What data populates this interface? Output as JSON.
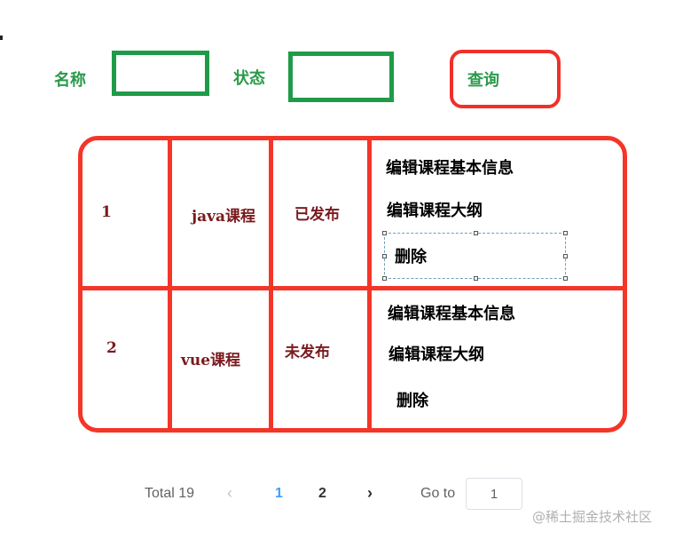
{
  "filters": {
    "name_label": "名称",
    "name_value": "",
    "status_label": "状态",
    "status_value": "",
    "search_button": "查询"
  },
  "colors": {
    "green_accent": "#1f9b48",
    "red_border": "#f43528",
    "cell_text": "#7a1a1e",
    "page_active": "#409eff"
  },
  "table": {
    "rows": [
      {
        "index": "1",
        "name": "java课程",
        "status": "已发布",
        "actions": [
          "编辑课程基本信息",
          "编辑课程大纲",
          "删除"
        ]
      },
      {
        "index": "2",
        "name": "vue课程",
        "status": "未发布",
        "actions": [
          "编辑课程基本信息",
          "编辑课程大纲",
          "删除"
        ]
      }
    ]
  },
  "pagination": {
    "total_label": "Total 19",
    "prev_icon": "‹",
    "pages": [
      "1",
      "2"
    ],
    "current_page": "1",
    "next_icon": "›",
    "goto_label": "Go to",
    "goto_value": "1"
  },
  "watermark": "@稀土掘金技术社区"
}
